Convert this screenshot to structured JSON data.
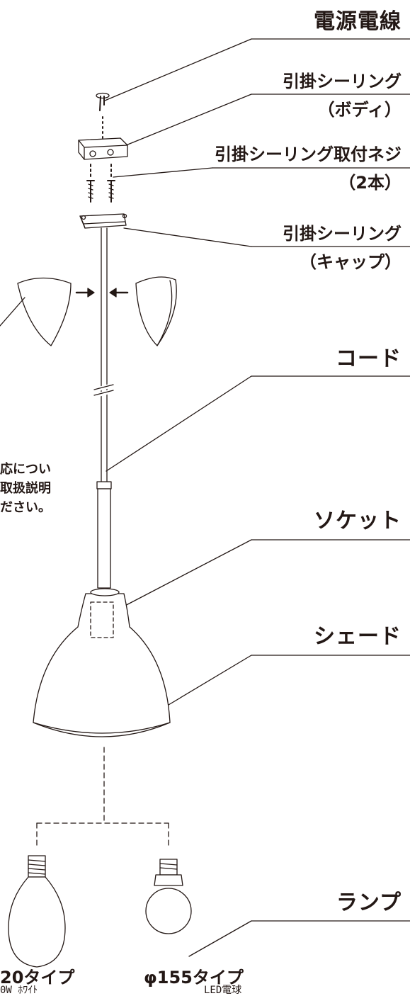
{
  "labels": {
    "power_cord": "電源電線",
    "ceiling_body": "引掛シーリング",
    "ceiling_body_sub": "（ボディ）",
    "ceiling_screw": "引掛シーリング取付ネジ",
    "ceiling_screw_sub": "（2本）",
    "ceiling_cap": "引掛シーリング",
    "ceiling_cap_sub": "（キャップ）",
    "cord": "コード",
    "socket": "ソケット",
    "shade": "シェード",
    "lamp": "ランプ"
  },
  "note_lines": [
    "応につい",
    "取扱説明",
    "ださい。"
  ],
  "bulbs": [
    {
      "type": "20タイプ",
      "spec": "0W ﾎﾜｲﾄ"
    },
    {
      "type": "φ155タイプ",
      "spec": "LED電球"
    }
  ],
  "colors": {
    "line": "#231815",
    "background": "#ffffff"
  }
}
